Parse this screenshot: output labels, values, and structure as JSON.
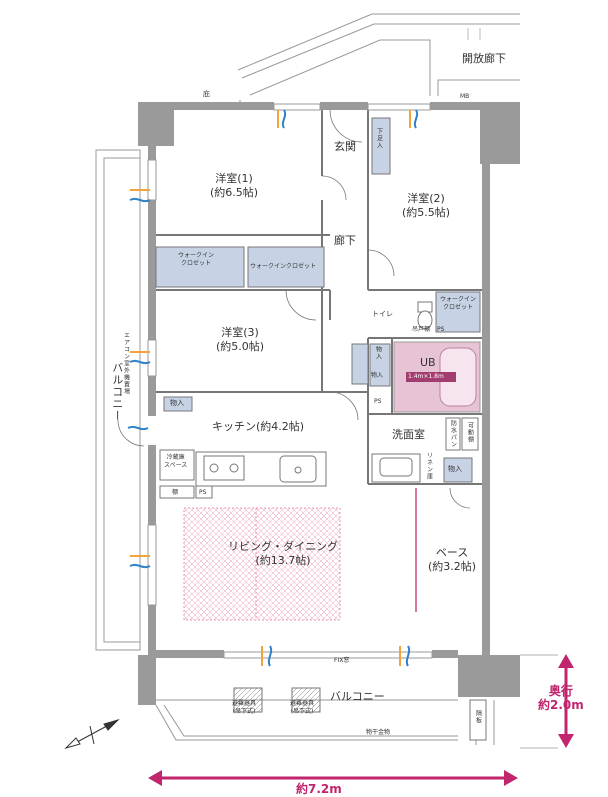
{
  "labels": {
    "open_corridor": "開放廊下",
    "eaves": "庇",
    "mb": "MB",
    "entrance": "玄関",
    "shoe_closet": "下足入",
    "western_room_1": "洋室(1)",
    "western_room_1_size": "(約6.5帖)",
    "western_room_2": "洋室(2)",
    "western_room_2_size": "(約5.5帖)",
    "western_room_3": "洋室(3)",
    "western_room_3_size": "(約5.0帖)",
    "hallway": "廊下",
    "walkin_closet_a_line1": "ウォークイン",
    "walkin_closet_a_line2": "クロゼット",
    "walkin_closet_b": "ウォークインクロゼット",
    "walkin_closet_c_line1": "ウォークイン",
    "walkin_closet_c_line2": "クロゼット",
    "toilet": "トイレ",
    "shelf": "吊戸棚",
    "storage": "物入",
    "ub": "UB",
    "ub_size": "1.4m×1.8m",
    "ps": "PS",
    "washroom": "洗面室",
    "waterproof_pan": "防水パン",
    "movable_shelf": "可動棚",
    "linen_shelf": "リネン庫",
    "kitchen": "キッチン(約4.2帖)",
    "fridge_line1": "冷蔵庫",
    "fridge_line2": "スペース",
    "shelf2": "棚",
    "living_dining": "リビング・ダイニング",
    "living_dining_size": "(約13.7帖)",
    "base": "ベース",
    "base_size": "(約3.2帖)",
    "balcony": "バルコニー",
    "balcony_side": "バルコニー",
    "fix_window": "FIX窓",
    "escape_hatch_1_line1": "避難器具",
    "escape_hatch_1_line2": "(吊下式)",
    "escape_hatch_2_line1": "避難器具",
    "escape_hatch_2_line2": "(吊下式)",
    "clothes_hanger": "物干金物",
    "partition": "隔板",
    "aircon_outdoor": "エアコン室外機置場",
    "depth_label": "奥行",
    "depth_value": "約2.0m",
    "width_value": "約7.2m"
  },
  "colors": {
    "accent": "#c0256e",
    "closet_fill": "#c7d3e4",
    "bath_fill": "#e7c4d5",
    "bath_badge": "#a33c6f",
    "wall": "#9a9a9a",
    "wall_light": "#bdbdbd",
    "airflow_blue": "#2f82c8",
    "airflow_orange": "#f2a33a",
    "ld_hatch": "#e5779d"
  }
}
